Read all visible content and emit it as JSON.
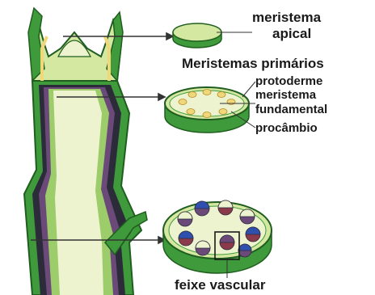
{
  "labels": {
    "apical_meristem_line1": "meristema",
    "apical_meristem_line2": "apical",
    "primary_meristems": "Meristemas primários",
    "protoderm": "protoderme",
    "ground_meristem_line1": "meristema",
    "ground_meristem_line2": "fundamental",
    "procambium": "procâmbio",
    "vascular_bundle": "feixe vascular"
  },
  "colors": {
    "light_green": "#d4e8a2",
    "green": "#3e9a3a",
    "dark_green": "#1f5e1f",
    "purple": "#6b4a7a",
    "red": "#8a3a4a",
    "yellow": "#f0d77a",
    "blue": "#3050b0",
    "arrow": "#333333"
  }
}
